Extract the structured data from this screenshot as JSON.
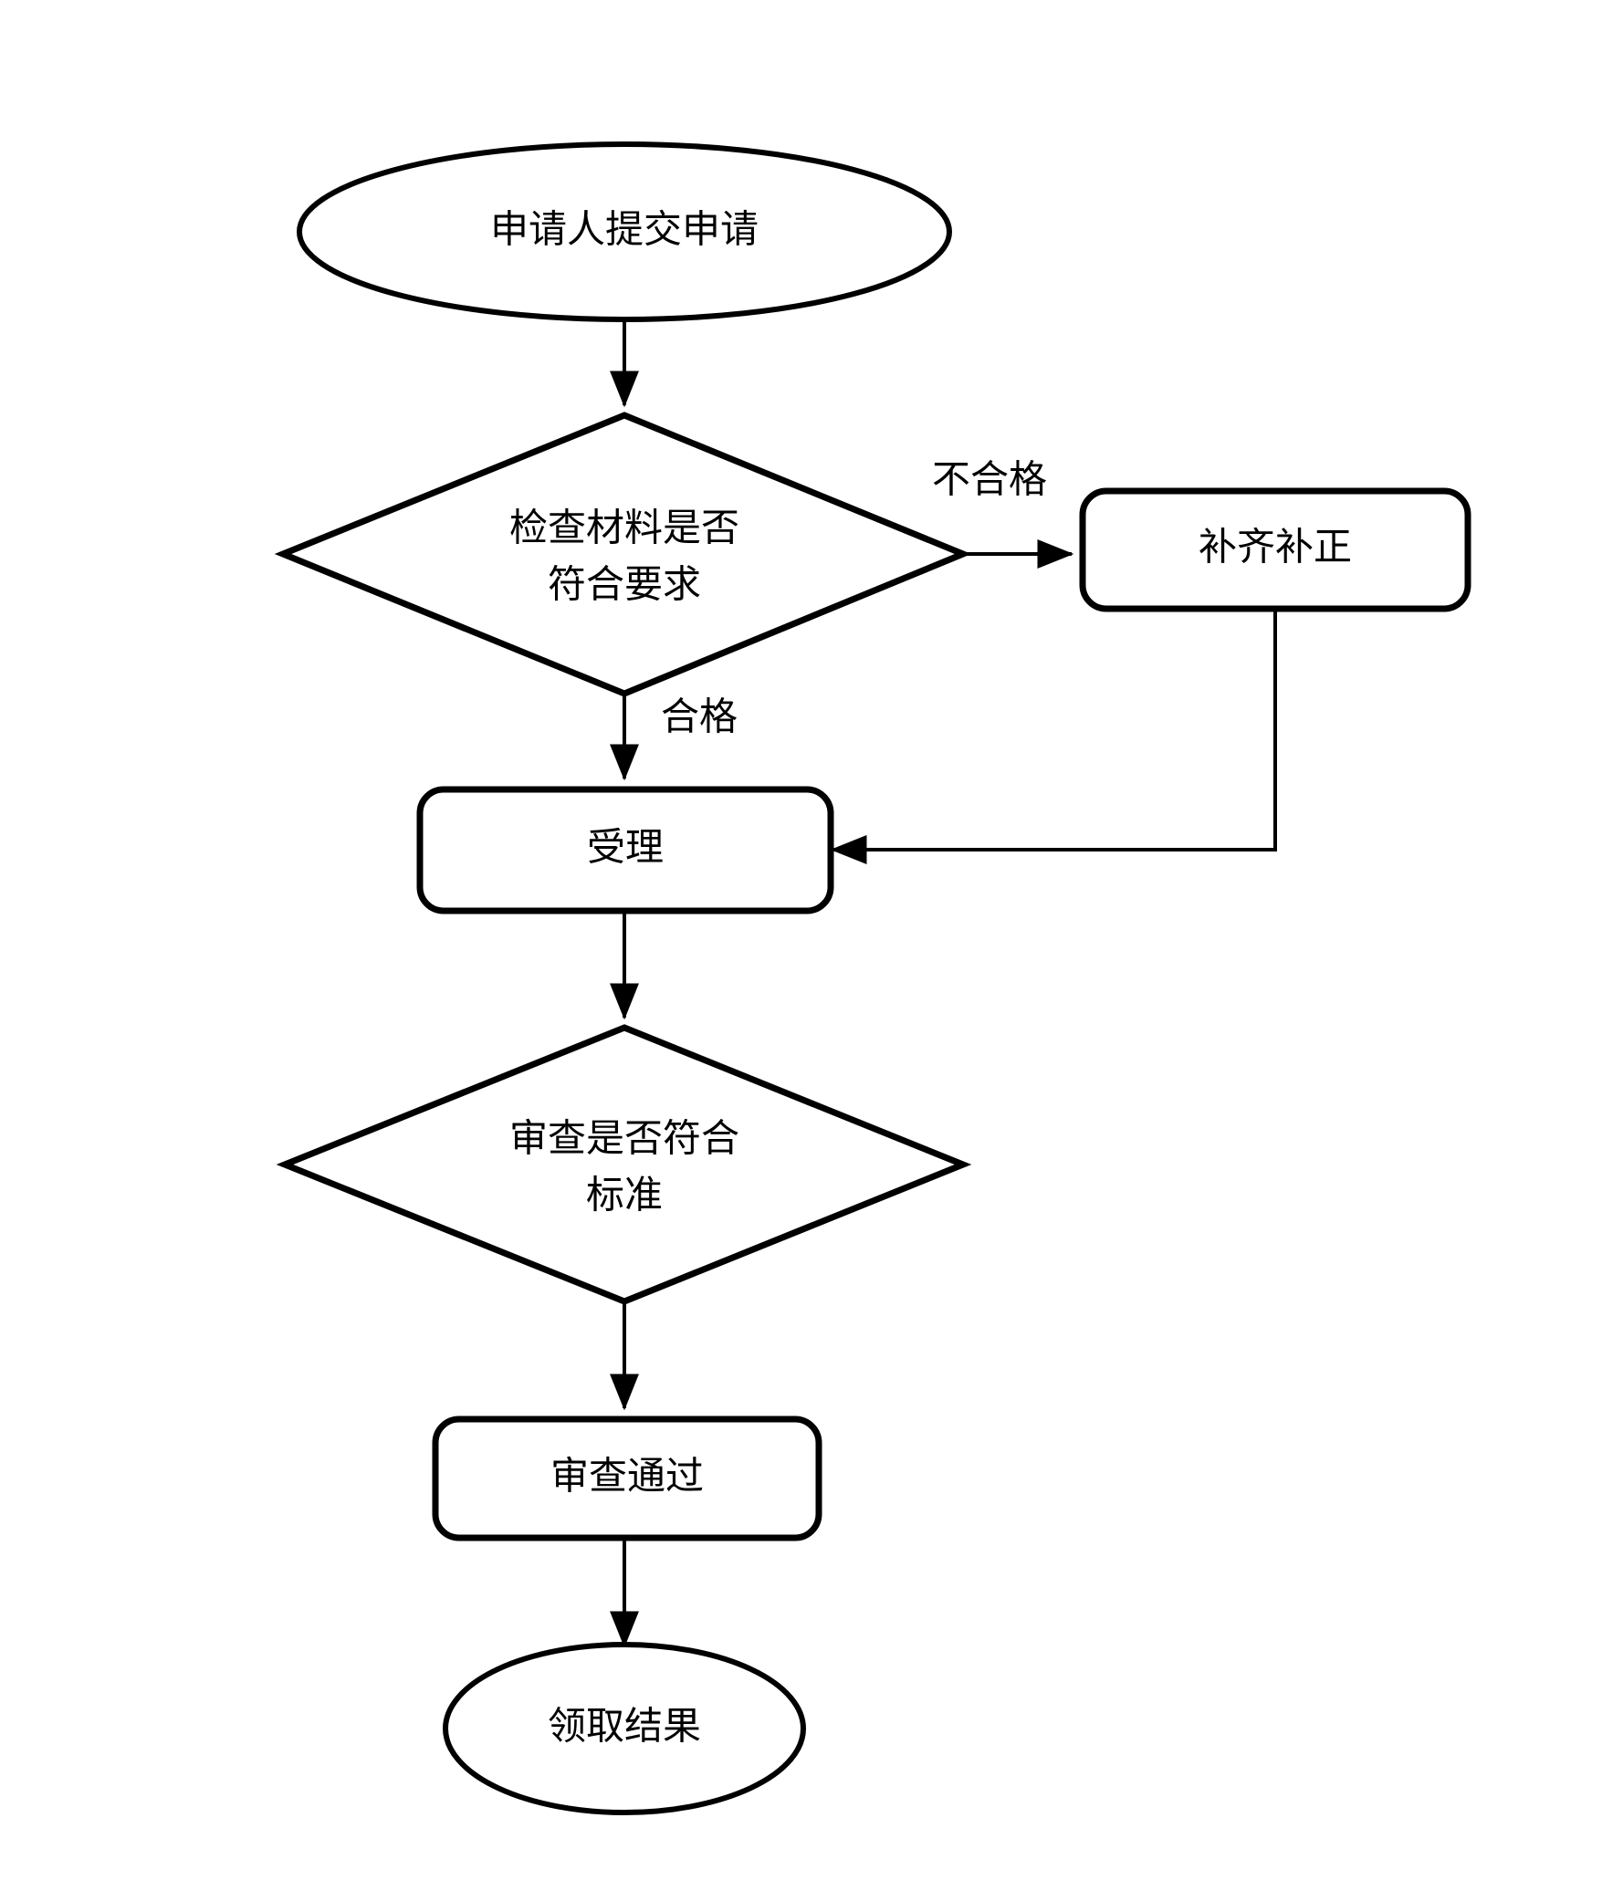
{
  "diagram": {
    "type": "flowchart",
    "orientation": "top-to-bottom",
    "title": "",
    "background_color": "#ffffff",
    "line_color": "#000000",
    "text_color": "#000000",
    "nodes": [
      {
        "id": "start",
        "shape": "ellipse",
        "label": "申请人提交申请",
        "role": "terminator-start"
      },
      {
        "id": "check_materials",
        "shape": "diamond",
        "label_line1": "检查材料是否",
        "label_line2": "符合要求",
        "role": "decision"
      },
      {
        "id": "supplement",
        "shape": "rounded-rect",
        "label": "补齐补正",
        "role": "process"
      },
      {
        "id": "accept",
        "shape": "rounded-rect",
        "label": "受理",
        "role": "process"
      },
      {
        "id": "review_standard",
        "shape": "diamond",
        "label_line1": "审查是否符合",
        "label_line2": "标准",
        "role": "decision"
      },
      {
        "id": "review_passed",
        "shape": "rounded-rect",
        "label": "审查通过",
        "role": "process"
      },
      {
        "id": "collect_result",
        "shape": "ellipse",
        "label": "领取结果",
        "role": "terminator-end"
      }
    ],
    "edges": [
      {
        "id": "e1",
        "from": "start",
        "to": "check_materials",
        "label": "",
        "arrow": true
      },
      {
        "id": "e2",
        "from": "check_materials",
        "to": "supplement",
        "label": "不合格",
        "arrow": true
      },
      {
        "id": "e3",
        "from": "check_materials",
        "to": "accept",
        "label": "合格",
        "arrow": true
      },
      {
        "id": "e4",
        "from": "supplement",
        "to": "accept",
        "label": "",
        "arrow": true
      },
      {
        "id": "e5",
        "from": "accept",
        "to": "review_standard",
        "label": "",
        "arrow": true
      },
      {
        "id": "e6",
        "from": "review_standard",
        "to": "review_passed",
        "label": "",
        "arrow": true
      },
      {
        "id": "e7",
        "from": "review_passed",
        "to": "collect_result",
        "label": "",
        "arrow": true
      }
    ]
  }
}
